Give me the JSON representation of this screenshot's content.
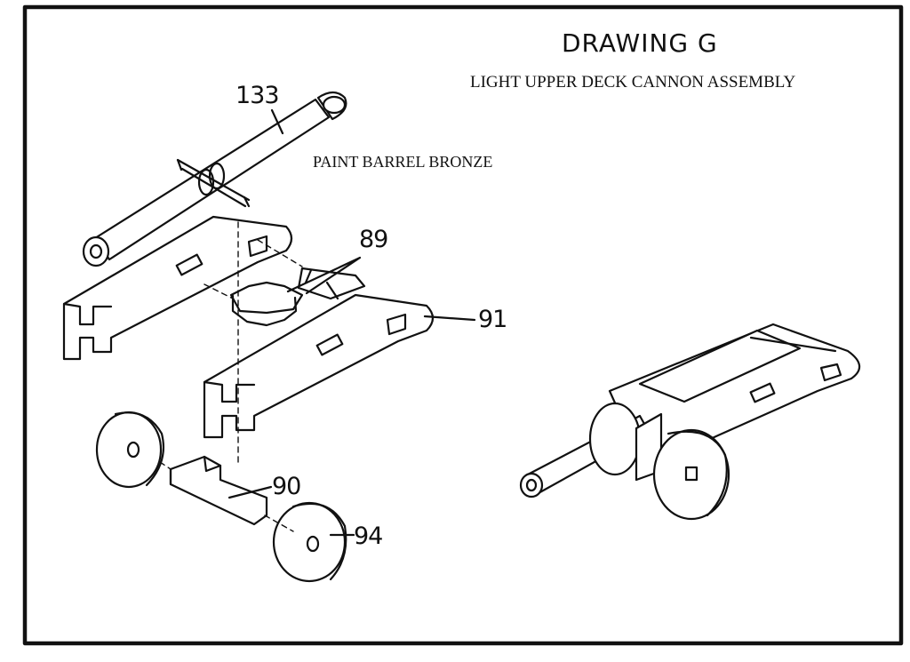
{
  "drawing": {
    "title": "DRAWING G",
    "subtitle": "LIGHT UPPER DECK CANNON ASSEMBLY",
    "note": "PAINT BARREL BRONZE"
  },
  "callouts": {
    "barrel": "133",
    "trunnion_block": "89",
    "side_bracket": "91",
    "axle_block": "90",
    "wheel": "94"
  }
}
